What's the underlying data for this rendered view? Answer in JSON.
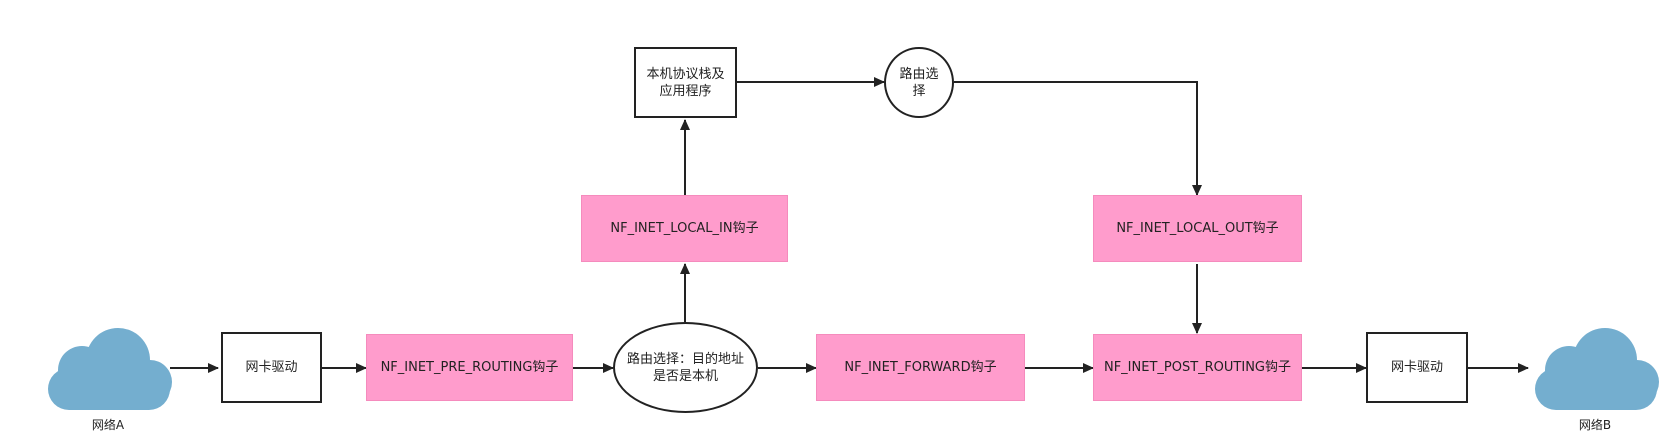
{
  "nodes": {
    "nic_a": "网卡驱动",
    "pre_routing": "NF_INET_PRE_ROUTING钩子",
    "route_decision": "路由选择：目的地址是否是本机",
    "forward": "NF_INET_FORWARD钩子",
    "post_routing": "NF_INET_POST_ROUTING钩子",
    "nic_b": "网卡驱动",
    "local_in": "NF_INET_LOCAL_IN钩子",
    "local_stack": "本机协议栈及应用程序",
    "route_select": "路由选择",
    "local_out": "NF_INET_LOCAL_OUT钩子"
  },
  "labels": {
    "network_a": "网络A",
    "network_b": "网络B"
  },
  "colors": {
    "hook_fill": "#ff9ccc",
    "cloud_fill": "#74aecf",
    "stroke": "#222222"
  },
  "icons": {
    "cloud_a": "cloud-icon",
    "cloud_b": "cloud-icon"
  }
}
